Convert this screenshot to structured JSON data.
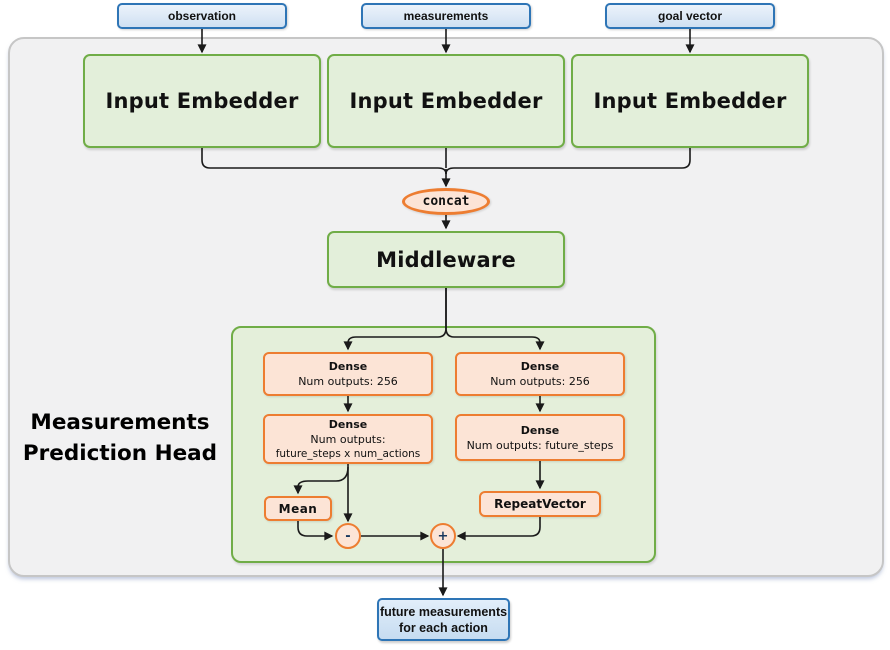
{
  "diagram": {
    "inputs": {
      "observation": "observation",
      "measurements": "measurements",
      "goal_vector": "goal vector"
    },
    "embedders": {
      "e1": "Input Embedder",
      "e2": "Input Embedder",
      "e3": "Input Embedder"
    },
    "concat_label": "concat",
    "middleware_label": "Middleware",
    "head": {
      "title_line1": "Measurements",
      "title_line2": "Prediction Head",
      "dense_left_1": {
        "name": "Dense",
        "outputs": "Num outputs: 256"
      },
      "dense_right_1": {
        "name": "Dense",
        "outputs": "Num outputs: 256"
      },
      "dense_left_2": {
        "name": "Dense",
        "outputs": "Num outputs:",
        "outputs2": "future_steps x num_actions"
      },
      "dense_right_2": {
        "name": "Dense",
        "outputs": "Num outputs: future_steps"
      },
      "mean_label": "Mean",
      "repeat_vector_label": "RepeatVector",
      "minus_label": "-",
      "plus_label": "+"
    },
    "output": {
      "line1": "future measurements",
      "line2": "for each action"
    },
    "colors": {
      "green_border": "#70ad47",
      "green_fill": "#e3efda",
      "orange_border": "#ed7d31",
      "orange_fill": "#fce4d6",
      "blue_border": "#2e75b6",
      "blue_fill": "#d8e7f6",
      "container_fill": "#f1f1f2",
      "container_border": "#c6c6c6",
      "line": "#1a1a1a"
    }
  }
}
